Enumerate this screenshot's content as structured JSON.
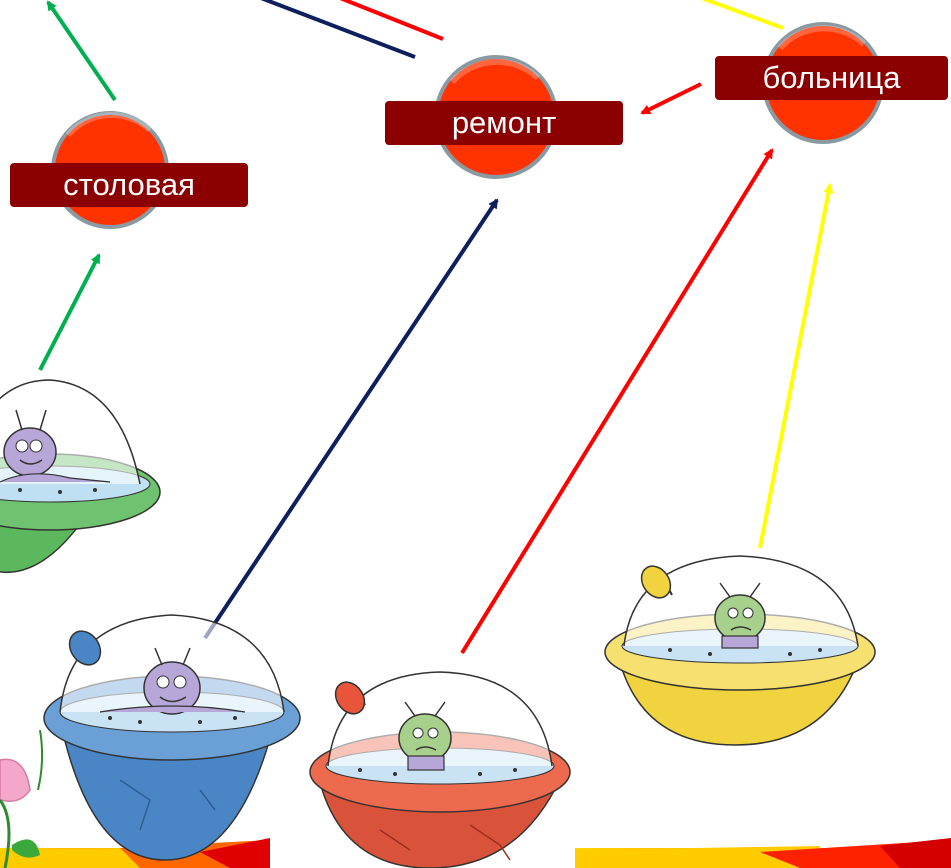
{
  "destinations": [
    {
      "id": "canteen",
      "label": "столовая",
      "color": "#ff3300"
    },
    {
      "id": "repair",
      "label": "ремонт",
      "color": "#ff3300"
    },
    {
      "id": "hospital",
      "label": "больница",
      "color": "#ff3300"
    }
  ],
  "ufos": [
    {
      "id": "green-ufo",
      "color": "#5cb85c",
      "alien_mood": "happy"
    },
    {
      "id": "blue-ufo",
      "color": "#4a86c5",
      "alien_mood": "happy"
    },
    {
      "id": "red-ufo",
      "color": "#e8553a",
      "alien_mood": "sad"
    },
    {
      "id": "yellow-ufo",
      "color": "#f0d33e",
      "alien_mood": "sad"
    }
  ],
  "arrow_colors": {
    "green": "#00b050",
    "navy": "#0d1f5c",
    "red": "#ff0000",
    "yellow": "#ffff00"
  },
  "label_bg_color": "#8b0000",
  "planet_color": "#ff3300",
  "planet_rim_color": "#8a9aa3"
}
